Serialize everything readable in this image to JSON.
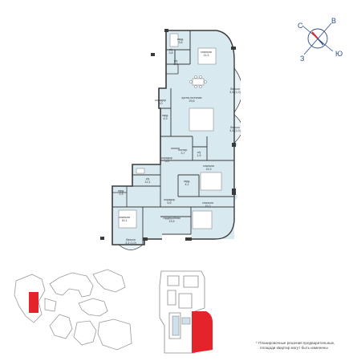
{
  "compass": {
    "north": "С",
    "east": "В",
    "south": "Ю",
    "west": "З",
    "needle_color": "#e4232b",
    "ring_color": "#2a4f8a"
  },
  "floorplan": {
    "fill_color": "#d8e9f0",
    "wall_color": "#3a3a3a",
    "rooms": [
      {
        "name": "гард.",
        "area": "3,6"
      },
      {
        "name": "спальня",
        "area": "11,3"
      },
      {
        "name": "с/у",
        "area": "3,8"
      },
      {
        "name": "с/у",
        "area": "2,4"
      },
      {
        "name": "кухня-гостиная",
        "area": "29,6"
      },
      {
        "name": "балкон",
        "area": "3,3 (1,0)"
      },
      {
        "name": "коридор",
        "area": "5,0"
      },
      {
        "name": "гард.",
        "area": "4,9"
      },
      {
        "name": "балкон",
        "area": "3,3 (1,0)"
      },
      {
        "name": "постир.",
        "area": "3,7"
      },
      {
        "name": "с/у",
        "area": "1,9"
      },
      {
        "name": "коридор",
        "area": "5,5"
      },
      {
        "name": "спальня",
        "area": "15,3"
      },
      {
        "name": "с/у",
        "area": "12,1"
      },
      {
        "name": "гард.",
        "area": "4,1"
      },
      {
        "name": "гард.",
        "area": "2,3"
      },
      {
        "name": "коридор",
        "area": "6,6"
      },
      {
        "name": "спальня",
        "area": "15,2"
      },
      {
        "name": "спальня",
        "area": "15,1"
      },
      {
        "name": "гардеробная",
        "area": "13,5"
      },
      {
        "name": "балкон",
        "area": "3,3 (1,0)"
      }
    ]
  },
  "site_plan": {
    "highlight_color": "#e4232b",
    "outline_color": "#9a9a9a"
  },
  "floor_map": {
    "highlight_color": "#e4232b",
    "outline_color": "#8a8a8a",
    "stair_color": "#cfe0ea"
  },
  "disclaimer": {
    "line1": "* Планировочные решения предварительные,",
    "line2": "площади квартир могут быть изменены"
  }
}
